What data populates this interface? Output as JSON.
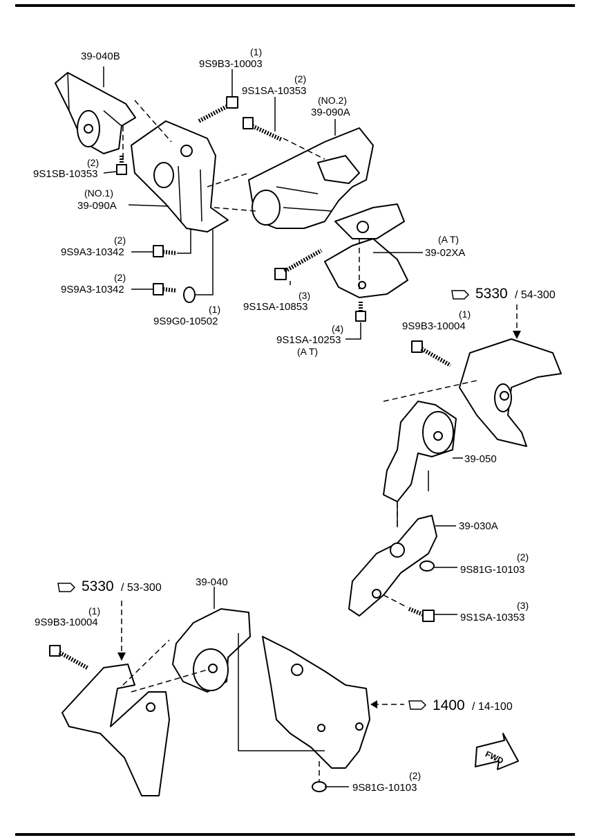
{
  "labels": {
    "p39_040B": "39-040B",
    "p9S9B3_10003": "9S9B3-10003",
    "q_9S9B3_10003": "(1)",
    "p9S1SA_10353_top": "9S1SA-10353",
    "q_9S1SA_10353_top": "(2)",
    "no2": "(NO.2)",
    "p39_090A_no2": "39-090A",
    "q_9S1SB_10353": "(2)",
    "p9S1SB_10353": "9S1SB-10353",
    "no1": "(NO.1)",
    "p39_090A_no1": "39-090A",
    "q_9S9A3_10342_a": "(2)",
    "p9S9A3_10342_a": "9S9A3-10342",
    "q_9S9A3_10342_b": "(2)",
    "p9S9A3_10342_b": "9S9A3-10342",
    "q_9S9G0_10502": "(1)",
    "p9S9G0_10502": "9S9G0-10502",
    "at_top": "(A T)",
    "p39_02XA": "39-02XA",
    "q_9S1SA_10853": "(3)",
    "p9S1SA_10853": "9S1SA-10853",
    "q_9S1SA_10253": "(4)",
    "p9S1SA_10253": "9S1SA-10253",
    "at_bottom": "(A T)",
    "q_9S9B3_10004_r": "(1)",
    "p9S9B3_10004_r": "9S9B3-10004",
    "p39_050": "39-050",
    "p39_030A": "39-030A",
    "q_9S81G_10103_r": "(2)",
    "p9S81G_10103_r": "9S81G-10103",
    "q_9S1SA_10353_r": "(3)",
    "p9S1SA_10353_r": "9S1SA-10353",
    "q_9S9B3_10004_l": "(1)",
    "p9S9B3_10004_l": "9S9B3-10004",
    "p39_040": "39-040",
    "q_9S81G_10103_b": "(2)",
    "p9S81G_10103_b": "9S81G-10103",
    "fwd": "FWD"
  },
  "refs": {
    "r1": {
      "main": "5330",
      "sub": "/ 54-300"
    },
    "r2": {
      "main": "5330",
      "sub": "/ 53-300"
    },
    "r3": {
      "main": "1400",
      "sub": "/ 14-100"
    }
  }
}
